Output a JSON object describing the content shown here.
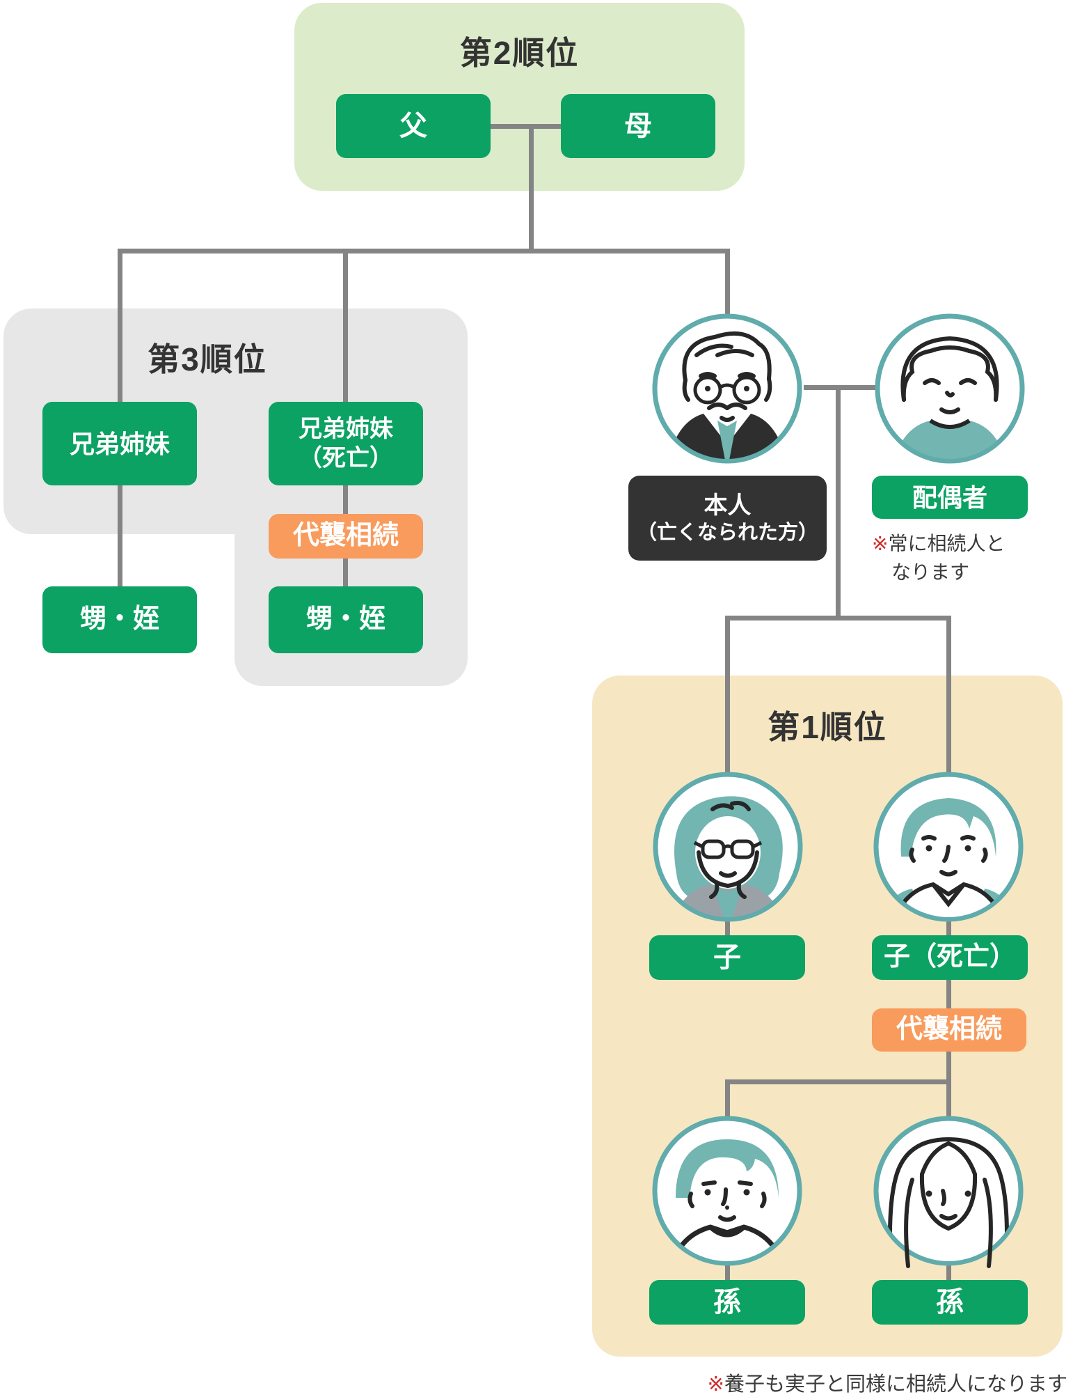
{
  "colors": {
    "accent_green": "#0ba263",
    "panel_light_green": "#dcebc9",
    "panel_gray": "#e7e7e7",
    "panel_beige": "#f6e7c2",
    "substitute_orange": "#f89b5c",
    "deceased_dark": "#333333",
    "connector_gray": "#848484",
    "avatar_teal": "#72b5b1",
    "note_red": "#cf2b2b"
  },
  "rank2": {
    "title": "第2順位",
    "father": "父",
    "mother": "母"
  },
  "rank3": {
    "title": "第3順位",
    "sibling": "兄弟姉妹",
    "sibling_deceased_line1": "兄弟姉妹",
    "sibling_deceased_line2": "（死亡）",
    "substitute_label": "代襲相続",
    "nephew_niece_left": "甥・姪",
    "nephew_niece_right": "甥・姪"
  },
  "family": {
    "deceased_line1": "本人",
    "deceased_line2": "（亡くなられた方）",
    "spouse": "配偶者",
    "spouse_note_marker": "※",
    "spouse_note_line1": "常に相続人と",
    "spouse_note_line2": "なります"
  },
  "rank1": {
    "title": "第1順位",
    "child": "子",
    "child_deceased": "子（死亡）",
    "substitute_label": "代襲相続",
    "grandchild_left": "孫",
    "grandchild_right": "孫"
  },
  "footer": {
    "marker": "※",
    "note": "養子も実子と同様に相続人になります"
  }
}
